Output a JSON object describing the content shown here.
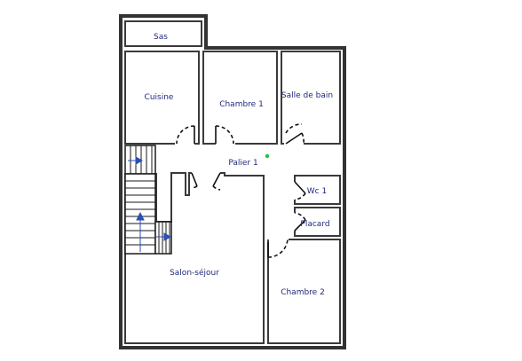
{
  "plan": {
    "rooms": {
      "sas": "Sas",
      "cuisine": "Cuisine",
      "chambre1": "Chambre 1",
      "salle_de_bain": "Salle de bain",
      "palier1": "Palier 1",
      "wc1": "Wc 1",
      "placard": "Placard",
      "salon_sejour": "Salon-séjour",
      "chambre2": "Chambre 2"
    },
    "colors": {
      "wall": "#3a3a3a",
      "label": "#1f2a7a",
      "marker": "#22c33a",
      "stair_arrow": "#2a4fb5"
    }
  }
}
